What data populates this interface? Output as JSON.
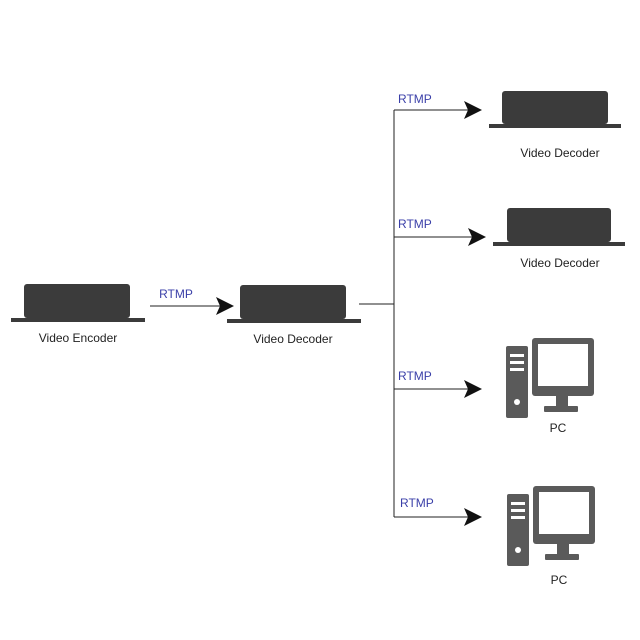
{
  "nodes": {
    "encoder": {
      "label": "Video Encoder",
      "icon": "device-box-icon"
    },
    "decoder_main": {
      "label": "Video Decoder",
      "icon": "device-box-icon"
    },
    "decoder_1": {
      "label": "Video Decoder",
      "icon": "device-box-icon"
    },
    "decoder_2": {
      "label": "Video Decoder",
      "icon": "device-box-icon"
    },
    "pc_1": {
      "label": "PC",
      "icon": "desktop-computer-icon"
    },
    "pc_2": {
      "label": "PC",
      "icon": "desktop-computer-icon"
    }
  },
  "edges": {
    "encoder_to_decoder": "RTMP",
    "to_decoder_1": "RTMP",
    "to_decoder_2": "RTMP",
    "to_pc_1": "RTMP",
    "to_pc_2": "RTMP"
  },
  "colors": {
    "device": "#3b3b3b",
    "pc": "#5a5a5a",
    "protocol_text": "#3a3fa8"
  }
}
